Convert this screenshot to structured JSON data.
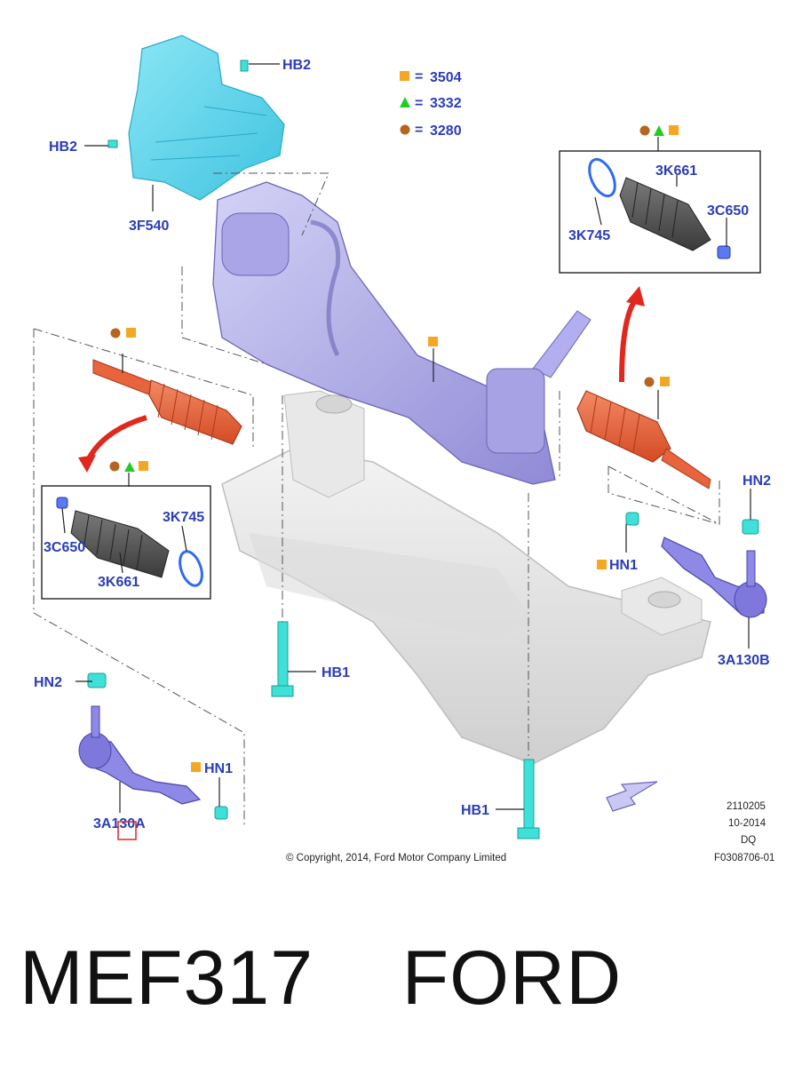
{
  "legend": [
    {
      "symbol": "square",
      "color": "#f5a623",
      "eq": "=",
      "code": "3504"
    },
    {
      "symbol": "triangle",
      "color": "#22cc22",
      "eq": "=",
      "code": "3332"
    },
    {
      "symbol": "circle",
      "color": "#b5651d",
      "eq": "=",
      "code": "3280"
    }
  ],
  "labels": {
    "hb2_top": "HB2",
    "hb2_left": "HB2",
    "shield": "3F540",
    "kit_right_boot": "3K661",
    "kit_right_clamp": "3C650",
    "kit_right_ring": "3K745",
    "kit_left_ring": "3K745",
    "kit_left_clamp": "3C650",
    "kit_left_boot": "3K661",
    "hn2_right": "HN2",
    "hn1_right": "HN1",
    "tie_rod_right": "3A130B",
    "hb1_center": "HB1",
    "hn2_left": "HN2",
    "hn1_left": "HN1",
    "tie_rod_left": "3A130A",
    "hb1_bottom": "HB1"
  },
  "footer": {
    "copyright": "© Copyright, 2014, Ford Motor Company Limited",
    "code1": "2110205",
    "date": "10-2014",
    "initials": "DQ",
    "ref": "F0308706-01"
  },
  "caption": {
    "part_number": "MEF317",
    "brand": "FORD"
  },
  "colors": {
    "label_blue": "#2b3db8",
    "boot_red": "#e8643c",
    "rack_purple": "#b9b6ee",
    "shield_cyan": "#5ed6ee",
    "fastener_cyan": "#3ee0d8",
    "arrow_red": "#e0281e"
  }
}
